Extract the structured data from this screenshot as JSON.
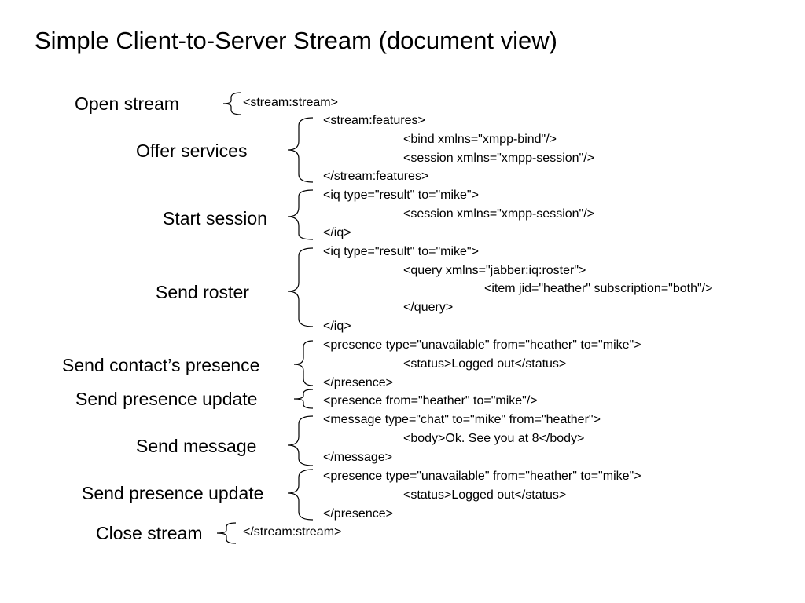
{
  "title": "Simple Client-to-Server Stream (document view)",
  "stages": [
    {
      "label": "Open stream"
    },
    {
      "label": "Offer services"
    },
    {
      "label": "Start session"
    },
    {
      "label": "Send roster"
    },
    {
      "label": "Send contact’s presence"
    },
    {
      "label": "Send presence update"
    },
    {
      "label": "Send message"
    },
    {
      "label": "Send presence update"
    },
    {
      "label": "Close stream"
    }
  ],
  "lines": [
    {
      "text": "<stream:stream>"
    },
    {
      "text": "<stream:features>"
    },
    {
      "text": "<bind xmlns=\"xmpp-bind\"/>"
    },
    {
      "text": "<session xmlns=\"xmpp-session\"/>"
    },
    {
      "text": "</stream:features>"
    },
    {
      "text": "<iq type=\"result\" to=\"mike\">"
    },
    {
      "text": "<session xmlns=\"xmpp-session\"/>"
    },
    {
      "text": "</iq>"
    },
    {
      "text": "<iq type=\"result\" to=\"mike\">"
    },
    {
      "text": "<query xmlns=\"jabber:iq:roster\">"
    },
    {
      "text": "<item jid=\"heather\" subscription=\"both\"/>"
    },
    {
      "text": "</query>"
    },
    {
      "text": "</iq>"
    },
    {
      "text": "<presence type=\"unavailable\" from=\"heather\" to=\"mike\">"
    },
    {
      "text": "<status>Logged out</status>"
    },
    {
      "text": "</presence>"
    },
    {
      "text": "<presence from=\"heather\" to=\"mike\"/>"
    },
    {
      "text": "<message type=\"chat\" to=\"mike\" from=\"heather\">"
    },
    {
      "text": "<body>Ok.  See you at 8</body>"
    },
    {
      "text": "</message>"
    },
    {
      "text": "<presence type=\"unavailable\" from=\"heather\" to=\"mike\">"
    },
    {
      "text": "<status>Logged out</status>"
    },
    {
      "text": "</presence>"
    },
    {
      "text": "</stream:stream>"
    }
  ]
}
